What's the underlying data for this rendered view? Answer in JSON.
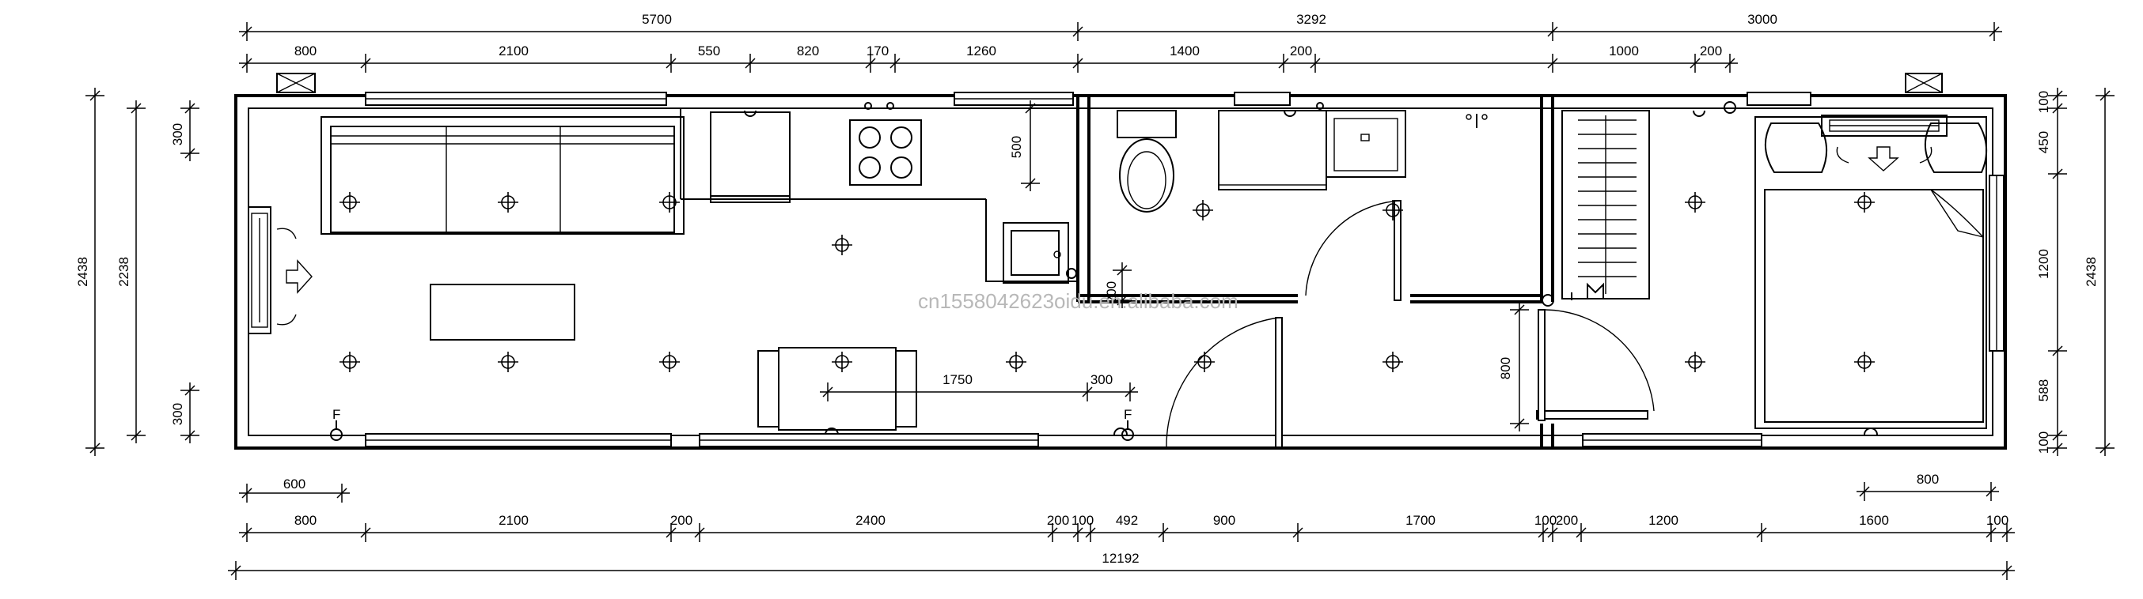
{
  "top_overall": [
    "5700",
    "3292",
    "3000"
  ],
  "top_detail": [
    "800",
    "2100",
    "550",
    "820",
    "170",
    "1260",
    "1400",
    "200",
    "1000",
    "200"
  ],
  "bottom_row1": [
    "600",
    "1750",
    "300",
    "800"
  ],
  "bottom_row2": [
    "800",
    "2100",
    "200",
    "2400",
    "200",
    "100",
    "492",
    "900",
    "1700",
    "100",
    "200",
    "1200",
    "1600",
    "100"
  ],
  "bottom_total": "12192",
  "left_dims": [
    "2438",
    "2238",
    "300",
    "300"
  ],
  "right_dims": [
    "100",
    "450",
    "1200",
    "2438",
    "588",
    "100"
  ],
  "inner_dims": [
    "500",
    "200",
    "800"
  ],
  "watermark": "cn1558042623oidu.en.alibaba.com",
  "labels": {
    "socket_f": "F"
  }
}
